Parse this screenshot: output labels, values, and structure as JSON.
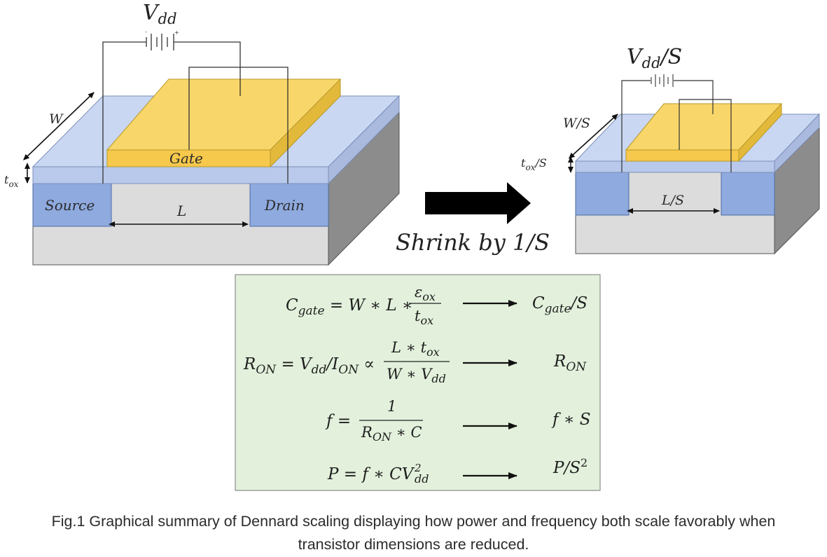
{
  "left_device": {
    "supply": {
      "base": "V",
      "sub": "dd"
    },
    "width": "W",
    "thickness": {
      "base": "t",
      "sub": "ox"
    },
    "gate": "Gate",
    "source": "Source",
    "drain": "Drain",
    "length": "L"
  },
  "shrink": {
    "text": "Shrink by 1/S"
  },
  "right_device": {
    "supply": {
      "base": "V",
      "sub": "dd",
      "suffix": "/S"
    },
    "width": "W/S",
    "thickness": {
      "base": "t",
      "sub": "ox",
      "suffix": "/S"
    },
    "length": "L/S"
  },
  "equations": {
    "cgate": {
      "lhs_base": "C",
      "lhs_sub": "gate",
      "mid": " = W ∗ L ∗",
      "num_base": "ε",
      "num_sub": "ox",
      "den_base": "t",
      "den_sub": "ox",
      "result_base": "C",
      "result_sub": "gate",
      "result_suffix": "/S"
    },
    "ron": {
      "r": "R",
      "r_sub": "ON",
      "eq": " = V",
      "v_sub": "dd",
      "slash_i": "/I",
      "i_sub": "ON",
      "prop": " ∝",
      "num": "L ∗ t",
      "num_sub": "ox",
      "den": "W ∗ V",
      "den_sub": "dd",
      "result_base": "R",
      "result_sub": "ON"
    },
    "freq": {
      "lhs": "f =",
      "num": "1",
      "den_base": "R",
      "den_sub": "ON",
      "den_suffix": " ∗ C",
      "result": "f ∗ S"
    },
    "power": {
      "lhs": "P = f ∗ CV",
      "sup": "2",
      "sub": "dd",
      "result_base": "P/S",
      "result_sup": "2"
    }
  },
  "colors": {
    "gate": "#f9d66a",
    "oxide": "#c9d7f2",
    "source_drain": "#8eaadf",
    "substrate": "#dcdcdc",
    "equation_panel": "#e3f1dc"
  },
  "caption": {
    "line1": "Fig.1 Graphical summary of Dennard scaling displaying how power and frequency both scale favorably when",
    "line2": "transistor dimensions are reduced."
  }
}
